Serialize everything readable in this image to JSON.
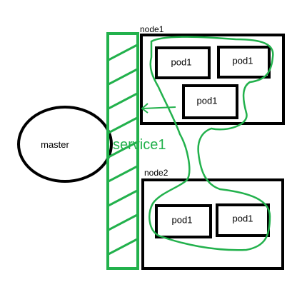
{
  "master": {
    "label": "master"
  },
  "service": {
    "label": "service1",
    "color": "#22b14c"
  },
  "nodes": [
    {
      "label": "node1",
      "pods": [
        "pod1",
        "pod1",
        "pod1"
      ]
    },
    {
      "label": "node2",
      "pods": [
        "pod1",
        "pod1"
      ]
    }
  ],
  "colors": {
    "line": "#000000",
    "accent": "#22b14c",
    "background": "#ffffff"
  }
}
